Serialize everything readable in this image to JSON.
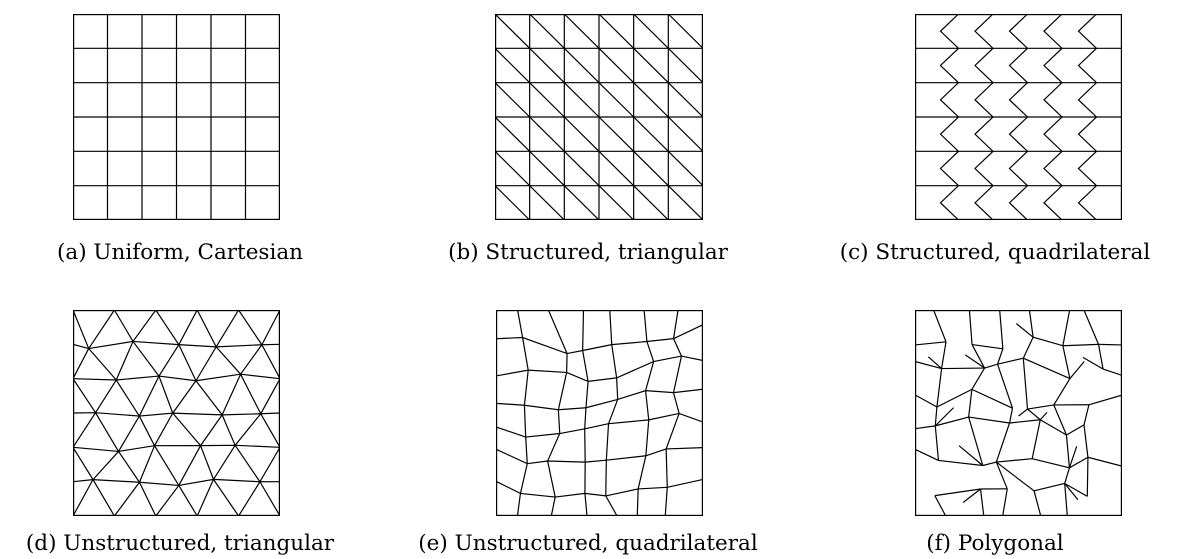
{
  "captions": {
    "a": "(a) Uniform, Cartesian",
    "b": "(b) Structured, triangular",
    "c": "(c) Structured, quadrilateral",
    "d": "(d) Unstructured, triangular",
    "e": "(e) Unstructured, quadrilateral",
    "f": "(f) Polygonal"
  },
  "meshes": {
    "a": {
      "kind": "cartesian",
      "nx": 6,
      "ny": 6
    },
    "b": {
      "kind": "structured-triangular",
      "nx": 6,
      "ny": 6
    },
    "c": {
      "kind": "structured-quadrilateral",
      "nx": 6,
      "ny": 6
    },
    "d": {
      "kind": "unstructured-triangular"
    },
    "e": {
      "kind": "unstructured-quadrilateral"
    },
    "f": {
      "kind": "polygonal"
    }
  }
}
